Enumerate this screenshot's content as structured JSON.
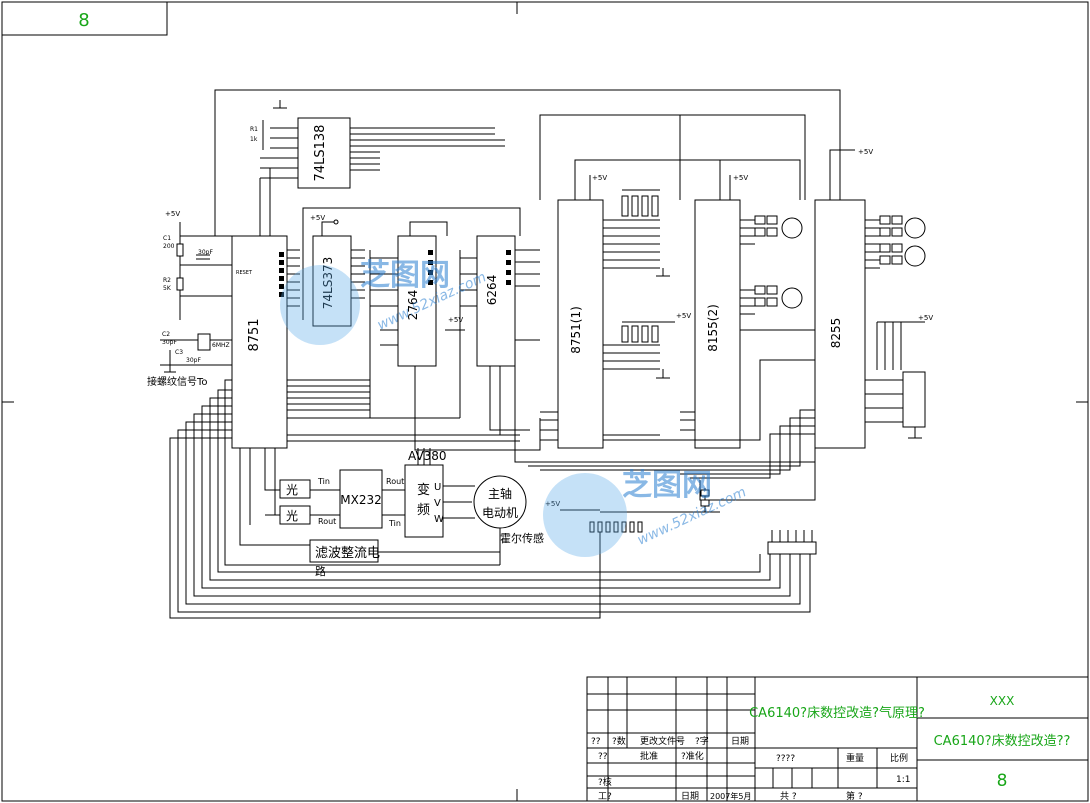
{
  "sheet_number": "8",
  "chips": {
    "ls138": "74LS138",
    "mcu": "8751",
    "ls373": "74LS373",
    "eprom": "2764",
    "ram": "6264",
    "u8751_2": "8751(1)",
    "u8155": "8155(2)",
    "u8255": "8255"
  },
  "supplies": {
    "v5": "+5V"
  },
  "labels": {
    "spindle_signal": "接螺纹信号To",
    "tin": "Tin",
    "rout": "Rout",
    "rout2": "Rout",
    "tin2": "Tin",
    "mx232": "MX232",
    "opt1": "光",
    "opt2": "光",
    "inverter_v": "AV380",
    "inverter_1": "变",
    "inverter_2": "频",
    "motor_1": "主轴",
    "motor_2": "电动机",
    "uvw_u": "U",
    "uvw_v": "V",
    "uvw_w": "W",
    "hall": "霍尔传感",
    "filter": "滤波整流电",
    "filter2": "路",
    "r1": "R1",
    "r1v": "1k",
    "c1": "C1",
    "c1v": "30pF",
    "r2": "R2",
    "r2v": "5K",
    "c2": "C2",
    "c2v": "30pF",
    "c3": "C3",
    "c3v": "30pF",
    "xtal": "6MHZ",
    "r200": "200",
    "rst": "RESET"
  },
  "title_block": {
    "project_title": "CA6140?床数控改造?气原理?",
    "company": "XXX",
    "drawing_title": "CA6140?床数控改造??",
    "sheet_no": "8",
    "row_mark": "??",
    "row_count": "?数",
    "row_change": "更改文件号",
    "row_sign": "?字",
    "row_date": "日期",
    "design": "??",
    "std": "?准化",
    "review": "?核",
    "craft": "工?",
    "approve": "批准",
    "date_label": "日期",
    "date_val": "2007年5月",
    "stage": "????",
    "weight": "重量",
    "scale": "比例",
    "scale_val": "1:1",
    "total": "共 ?",
    "page": "第 ?"
  }
}
